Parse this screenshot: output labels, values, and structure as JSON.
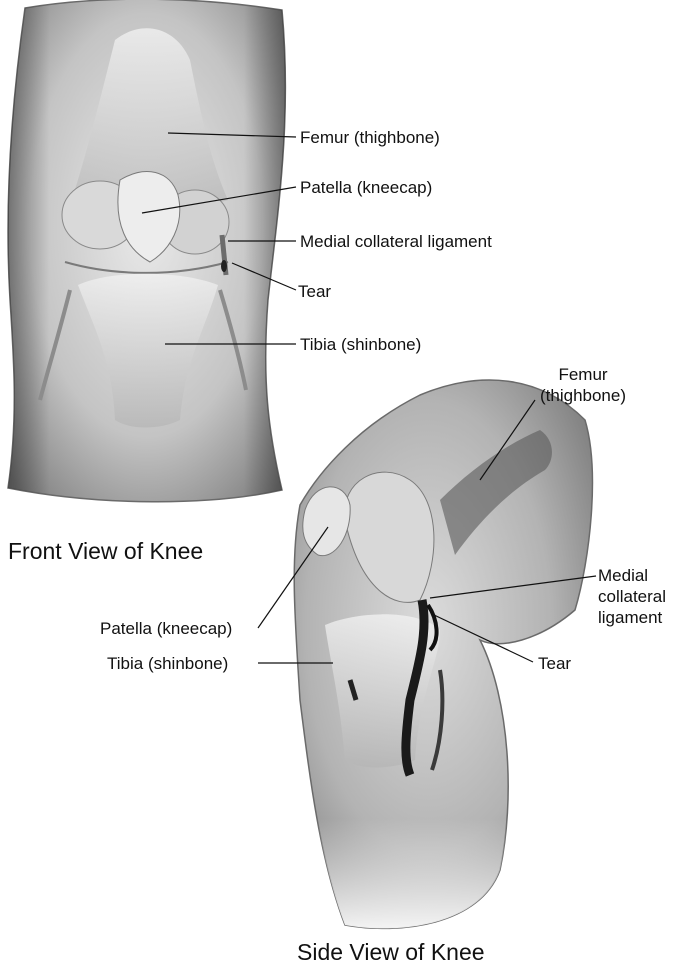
{
  "front_view": {
    "caption": "Front View of Knee",
    "labels": {
      "femur": "Femur (thighbone)",
      "patella": "Patella (kneecap)",
      "mcl": "Medial collateral ligament",
      "tear": "Tear",
      "tibia": "Tibia (shinbone)"
    }
  },
  "side_view": {
    "caption": "Side View of Knee",
    "labels": {
      "femur": "Femur\n(thighbone)",
      "mcl": "Medial\ncollateral\nligament",
      "patella": "Patella (kneecap)",
      "tibia": "Tibia (shinbone)",
      "tear": "Tear"
    }
  }
}
